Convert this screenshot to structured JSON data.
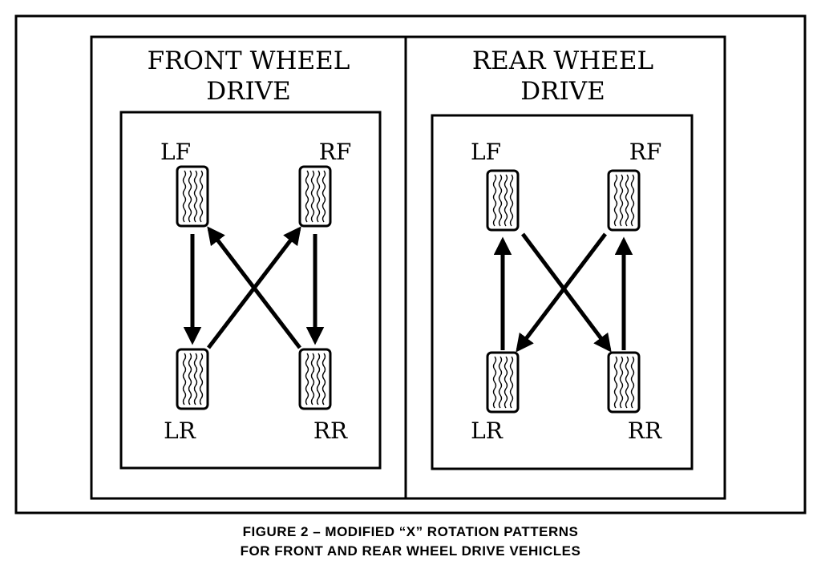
{
  "panels": [
    {
      "title_line1": "FRONT WHEEL",
      "title_line2": "DRIVE",
      "labels": {
        "lf": "LF",
        "rf": "RF",
        "lr": "LR",
        "rr": "RR"
      }
    },
    {
      "title_line1": "REAR WHEEL",
      "title_line2": "DRIVE",
      "labels": {
        "lf": "LF",
        "rf": "RF",
        "lr": "LR",
        "rr": "RR"
      }
    }
  ],
  "caption": {
    "line1": "FIGURE 2 – MODIFIED “X” ROTATION PATTERNS",
    "line2": "FOR FRONT AND REAR WHEEL DRIVE VEHICLES"
  }
}
